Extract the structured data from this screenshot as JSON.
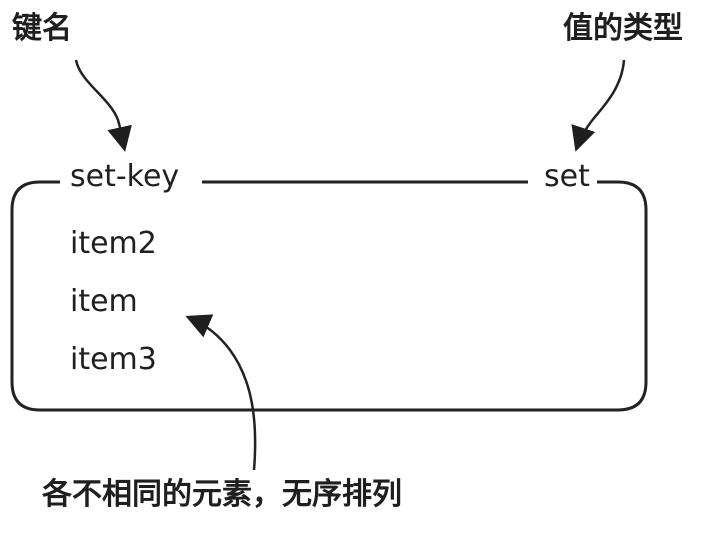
{
  "annotations": {
    "key_name": "键名",
    "value_type": "值的类型",
    "members_note": "各不相同的元素，无序排列"
  },
  "set": {
    "key": "set-key",
    "type": "set",
    "members": [
      "item2",
      "item",
      "item3"
    ]
  }
}
